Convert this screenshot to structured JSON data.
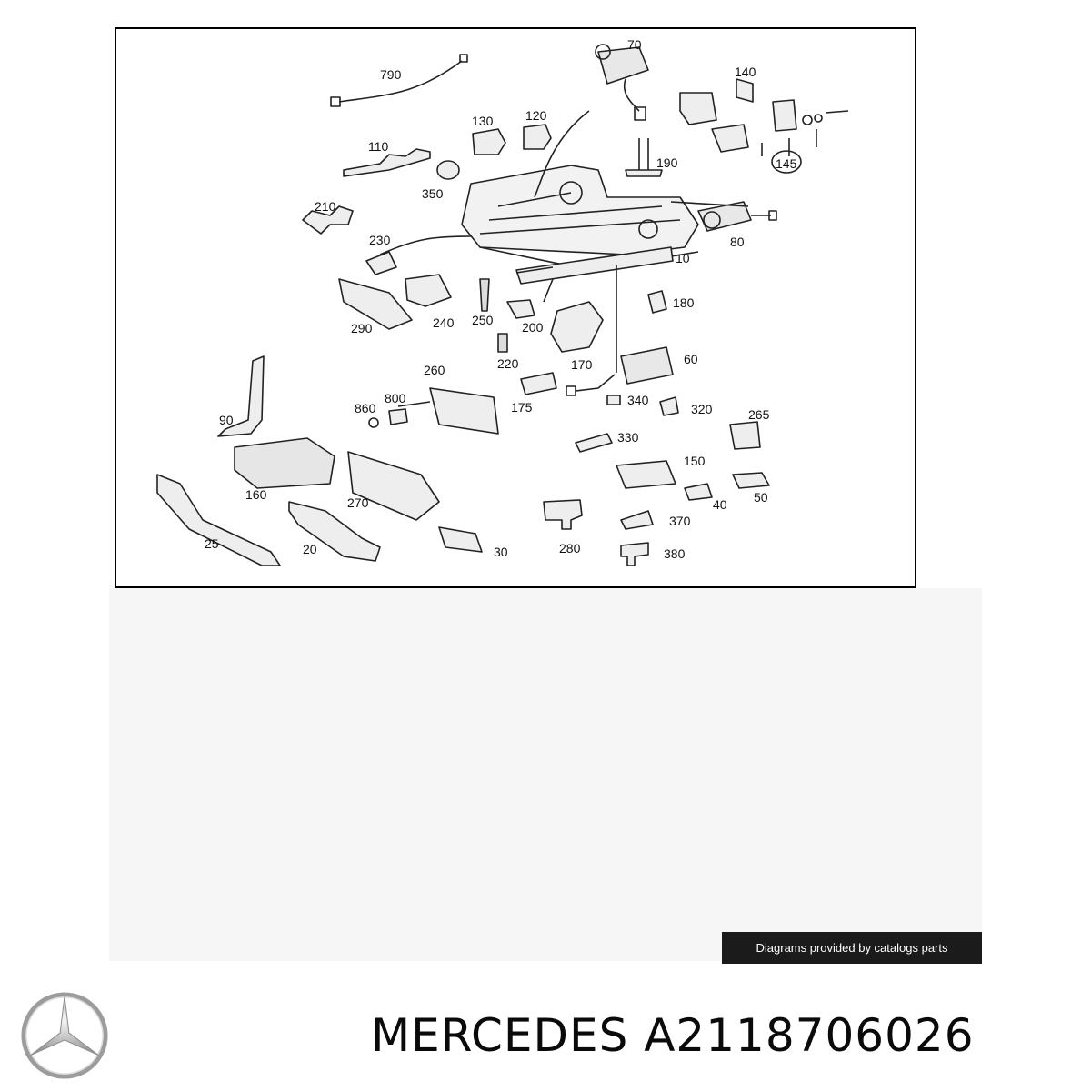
{
  "diagram": {
    "part_labels": [
      "790",
      "70",
      "140",
      "130",
      "120",
      "110",
      "350",
      "190",
      "145",
      "210",
      "230",
      "80",
      "10",
      "290",
      "240",
      "250",
      "200",
      "180",
      "220",
      "170",
      "60",
      "90",
      "260",
      "860",
      "800",
      "175",
      "340",
      "320",
      "265",
      "160",
      "270",
      "330",
      "150",
      "25",
      "20",
      "30",
      "280",
      "370",
      "40",
      "50",
      "380"
    ]
  },
  "credit": "Diagrams provided by catalogs parts",
  "footer": {
    "logo_icon": "mercedes-star-logo",
    "title": "MERCEDES A2118706026"
  }
}
